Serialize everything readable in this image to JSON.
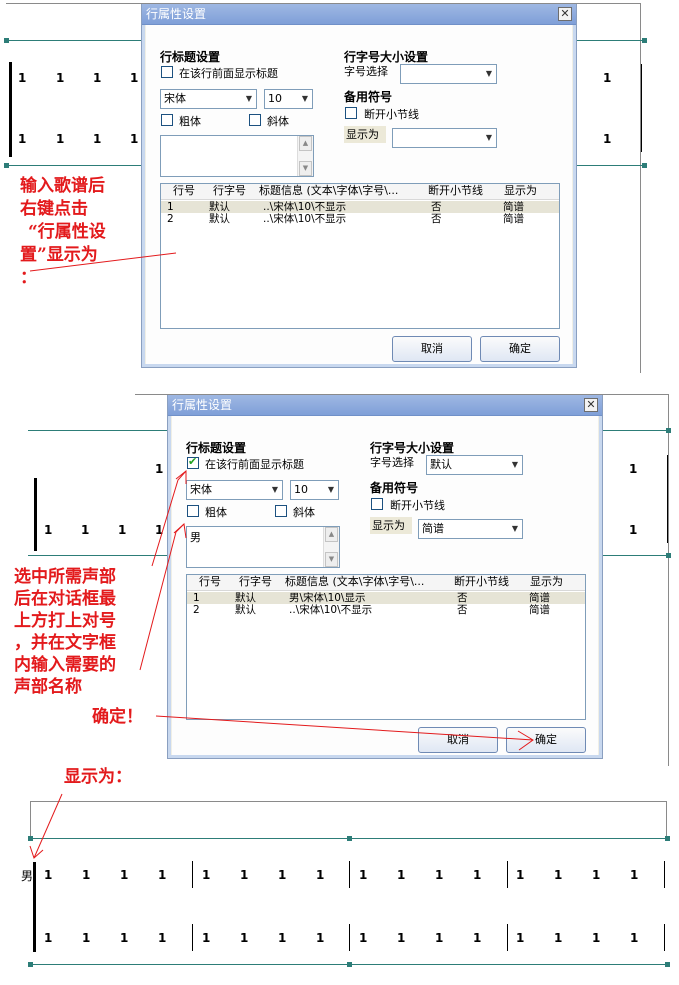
{
  "dialog_title": "行属性设置",
  "close_glyph": "✕",
  "row_title_section": "行标题设置",
  "show_title_label": "在该行前面显示标题",
  "font_size_section": "行字号大小设置",
  "font_size_choice_label": "字号选择",
  "alt_symbols_section": "备用符号",
  "break_barline_label": "断开小节线",
  "display_as_label": "显示为",
  "bold_label": "粗体",
  "italic_label": "斜体",
  "font_value": "宋体",
  "size_value": "10",
  "list_headers": [
    "行号",
    "行字号",
    "标题信息 (文本\\字体\\字号\\...",
    "断开小节线",
    "显示为"
  ],
  "cancel_label": "取消",
  "ok_label": "确定",
  "dialog1": {
    "show_title_checked": false,
    "font_size_choice_value": "",
    "display_as_value": "",
    "title_text": "",
    "rows": [
      [
        "1",
        "默认",
        "..\\宋体\\10\\不显示",
        "否",
        "简谱"
      ],
      [
        "2",
        "默认",
        "..\\宋体\\10\\不显示",
        "否",
        "简谱"
      ]
    ]
  },
  "dialog2": {
    "show_title_checked": true,
    "font_size_choice_value": "默认",
    "display_as_value": "简谱",
    "title_text": "男",
    "rows": [
      [
        "1",
        "默认",
        "男\\宋体\\10\\显示",
        "否",
        "简谱"
      ],
      [
        "2",
        "默认",
        "..\\宋体\\10\\不显示",
        "否",
        "简谱"
      ]
    ]
  },
  "score": {
    "note_value": "1",
    "part_label": "男"
  },
  "annotations": {
    "a1": [
      "输入歌谱后",
      "右键点击",
      "“行属性设",
      "置”显示为",
      "："
    ],
    "a2": [
      "选中所需声部",
      "后在对话框最",
      "上方打上对号",
      "，并在文字框",
      "内输入需要的",
      "声部名称"
    ],
    "ok_hint": "确定！",
    "show_as": "显示为："
  },
  "colors": {
    "annotation": "#e31a1c",
    "staff_line": "#2d7d78",
    "title_bar": "#7f9fd8"
  }
}
